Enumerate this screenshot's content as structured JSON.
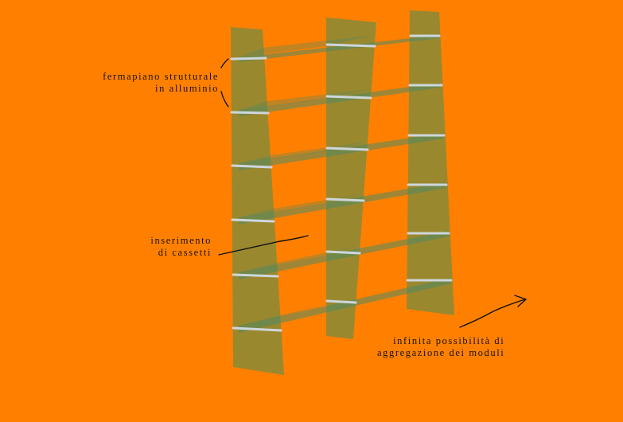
{
  "labels": {
    "fermapiano": [
      "fermapiano strutturale",
      "in alluminio"
    ],
    "cassetti": [
      "inserimento",
      "di cassetti"
    ],
    "aggregazione": [
      "infinita possibilità di",
      "aggregazione dei moduli"
    ]
  },
  "colors": {
    "background": "#ff8000",
    "panel": "#7c8a3a",
    "shelf": "#5e8a5a",
    "stopper": "#cfd6dc",
    "ink": "#1a1206"
  }
}
